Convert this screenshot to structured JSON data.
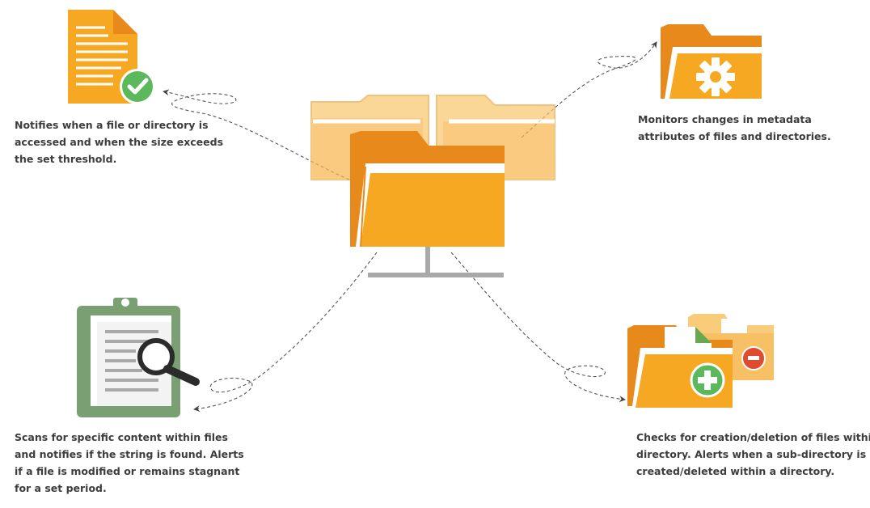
{
  "captions": {
    "file_access": [
      "Notifies when a file or directory is",
      "accessed and when the size exceeds",
      "the set threshold."
    ],
    "metadata": [
      "Monitors changes in metadata",
      "attributes of files and directories."
    ],
    "content_scan": [
      "Scans for specific content within files",
      "and notifies if the string is found. Alerts",
      "if a file is modified or remains stagnant",
      "for a set period."
    ],
    "creation_deletion": [
      "Checks for creation/deletion of files within a",
      "directory. Alerts when a sub-directory is",
      "created/deleted within a directory."
    ]
  },
  "colors": {
    "folder_orange": "#f7a823",
    "folder_orange_dark": "#e8891c",
    "folder_light": "#f8c66c",
    "check_green": "#5cb85c",
    "minus_red": "#e04a2f",
    "clipboard_green": "#7a9f72",
    "stand_gray": "#a9a9a9",
    "connector_gray": "#555555"
  },
  "icons": {
    "central": "network-folders-icon",
    "top_left": "document-checkmark-icon",
    "top_right": "folder-gear-icon",
    "bottom_left": "clipboard-magnifier-icon",
    "bottom_right": "folder-add-remove-icon"
  }
}
